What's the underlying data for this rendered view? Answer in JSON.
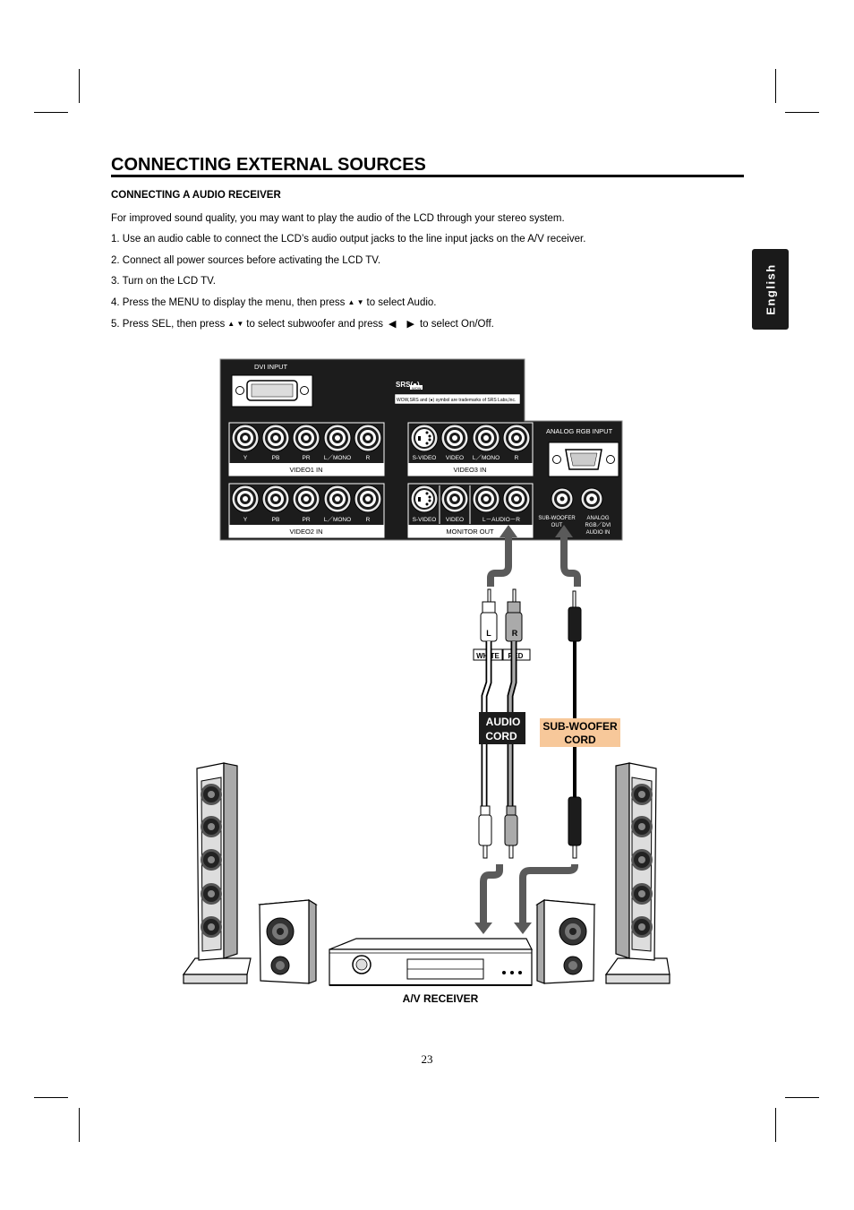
{
  "page": {
    "title": "CONNECTING EXTERNAL SOURCES",
    "subheading": "CONNECTING A AUDIO RECEIVER",
    "intro": "For improved sound quality, you may want to play the audio of the LCD through your stereo system.",
    "steps": [
      "1. Use an audio cable to connect the LCD’s audio output jacks to the line input jacks on the A/V receiver.",
      "2. Connect all power sources before activating the LCD TV.",
      "3. Turn on the LCD TV.",
      {
        "before": "4. Press the MENU to display the menu, then press",
        "symbols": "▲ ▼",
        "after": "to select Audio."
      },
      {
        "before": "5. Press SEL, then press",
        "symbols": "▲ ▼",
        "mid": "to select subwoofer and press",
        "arrows_left": "◀",
        "arrows_right": "▶",
        "after": "to select On/Off."
      }
    ],
    "language_tab": "English",
    "page_number": "23"
  },
  "diagram": {
    "panel_labels": {
      "dvi_input": "DVI  INPUT",
      "srs_logo": "SRS(●)",
      "srs_sub": "WOW",
      "srs_trademark": "WOW,SRS and (●) symbol are trademarks of SRS Labs,Inc.",
      "analog_rgb_input": "ANALOG  RGB  INPUT",
      "video1_in": "VIDEO1 IN",
      "video2_in": "VIDEO2 IN",
      "video3_in": "VIDEO3 IN",
      "monitor_out": "MONITOR  OUT",
      "sub_woofer_out": "SUB-WOOFER",
      "sub_woofer_out2": "OUT",
      "analog_rgb_dvi_audio_1": "ANALOG",
      "analog_rgb_dvi_audio_2": "RGB／DVI",
      "analog_rgb_dvi_audio_3": "AUDIO  IN"
    },
    "jack_labels_video1": [
      "Y",
      "PB",
      "PR",
      "L／MONO",
      "R"
    ],
    "jack_labels_video2": [
      "Y",
      "PB",
      "PR",
      "L／MONO",
      "R"
    ],
    "jack_labels_video3": [
      "S-VIDEO",
      "VIDEO",
      "L／MONO",
      "R"
    ],
    "jack_labels_monitor": [
      "S-VIDEO",
      "VIDEO",
      "L－AUDIO－R"
    ],
    "plug_letters": [
      "L",
      "R"
    ],
    "plug_colors": [
      "WHITE",
      "RED"
    ],
    "audio_cord_label_1": "AUDIO",
    "audio_cord_label_2": "CORD",
    "subwoofer_cord_label_1": "SUB-WOOFER",
    "subwoofer_cord_label_2": "CORD",
    "receiver_label": "A/V RECEIVER",
    "colors": {
      "panel": "#1c1c1c",
      "subwoofer_tag": "#f7c89a",
      "audio_tag": "#1c1c1c",
      "arrow_gray": "#5a5a5a"
    }
  }
}
